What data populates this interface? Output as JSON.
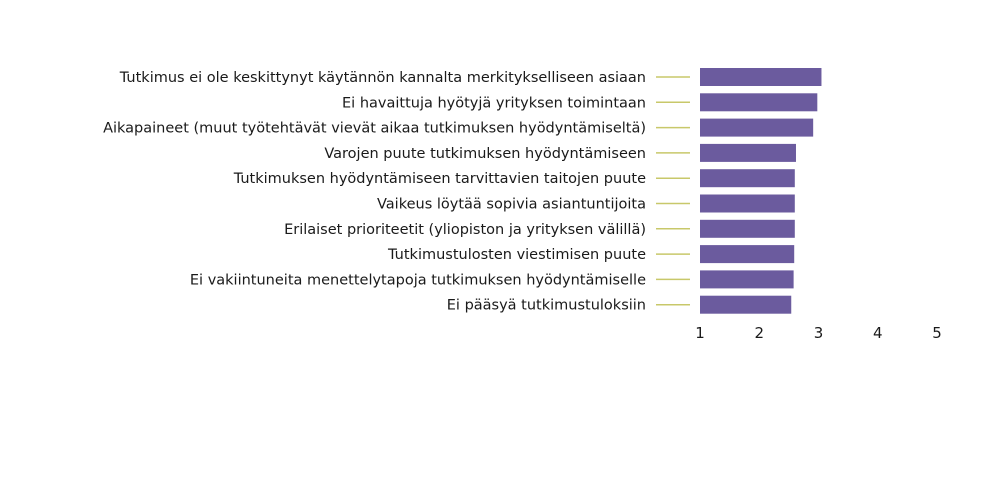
{
  "chart_data": {
    "type": "bar",
    "orientation": "horizontal",
    "categories": [
      "Tutkimus ei ole keskittynyt käytännön kannalta merkitykselliseen asiaan",
      "Ei havaittuja hyötyjä yrityksen toimintaan",
      "Aikapaineet (muut työtehtävät vievät aikaa tutkimuksen hyödyntämiseltä)",
      "Varojen puute tutkimuksen hyödyntämiseen",
      "Tutkimuksen hyödyntämiseen tarvittavien taitojen puute",
      "Vaikeus löytää sopivia asiantuntijoita",
      "Erilaiset prioriteetit (yliopiston ja yrityksen välillä)",
      "Tutkimustulosten viestimisen puute",
      "Ei vakiintuneita menettelytapoja tutkimuksen hyödyntämiselle",
      "Ei pääsyä tutkimustuloksiin"
    ],
    "values": [
      3.05,
      2.98,
      2.91,
      2.62,
      2.6,
      2.6,
      2.6,
      2.59,
      2.58,
      2.54
    ],
    "xlim": [
      1,
      5
    ],
    "xticks": [
      "1",
      "2",
      "3",
      "4",
      "5"
    ],
    "bar_color": "#6b5b9e",
    "leader_color": "#c8c86a",
    "grid": false
  }
}
